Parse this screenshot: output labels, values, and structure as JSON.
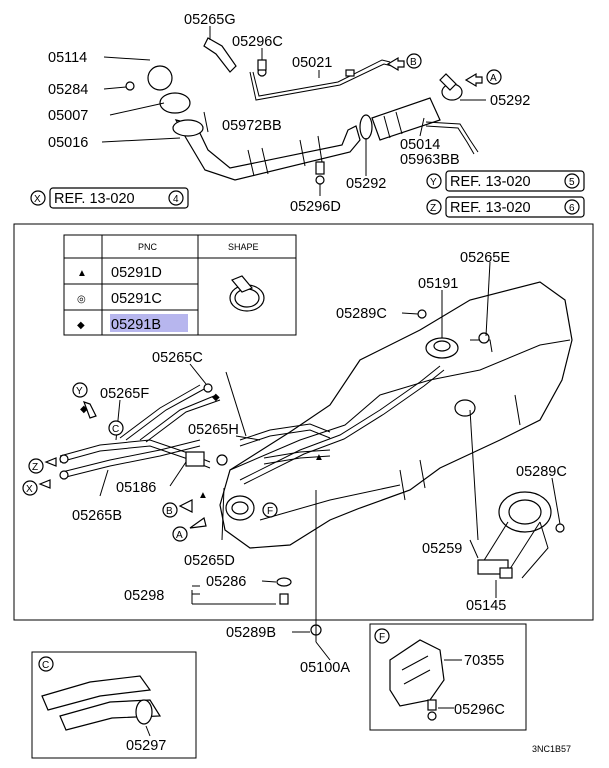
{
  "labels": {
    "l05265G": "05265G",
    "l05296C_top": "05296C",
    "l05114": "05114",
    "l05021": "05021",
    "l05284": "05284",
    "l05292_right": "05292",
    "l05007": "05007",
    "l05972BB": "05972BB",
    "l05014": "05014",
    "l05016": "05016",
    "l05963BB": "05963BB",
    "l05292_mid": "05292",
    "l05296D": "05296D",
    "l05265E": "05265E",
    "l05191": "05191",
    "l05289C_top": "05289C",
    "l05265C": "05265C",
    "l05265F": "05265F",
    "l05265H": "05265H",
    "l05186": "05186",
    "l05265B": "05265B",
    "l05265D": "05265D",
    "l05289C_right": "05289C",
    "l05259": "05259",
    "l05145": "05145",
    "l05286": "05286",
    "l05298": "05298",
    "l05289B": "05289B",
    "l05100A": "05100A",
    "l70355": "70355",
    "l05296C_bottom": "05296C",
    "l05297": "05297",
    "code": "3NC1B57"
  },
  "refs": {
    "x_letter": "X",
    "x_text": "REF. 13-020",
    "x_num": "4",
    "y_letter": "Y",
    "y_text": "REF. 13-020",
    "y_num": "5",
    "z_letter": "Z",
    "z_text": "REF. 13-020",
    "z_num": "6"
  },
  "table": {
    "header_pnc": "PNC",
    "header_shape": "SHAPE",
    "rows": [
      {
        "symbol": "▲",
        "pnc": "05291D"
      },
      {
        "symbol": "◎",
        "pnc": "05291C"
      },
      {
        "symbol": "◆",
        "pnc": "05291B"
      }
    ]
  },
  "callouts": {
    "A": "A",
    "B": "B",
    "C": "C",
    "F": "F",
    "X": "X",
    "Y": "Y",
    "Z": "Z"
  },
  "colors": {
    "highlight": "#b7b6ee"
  }
}
